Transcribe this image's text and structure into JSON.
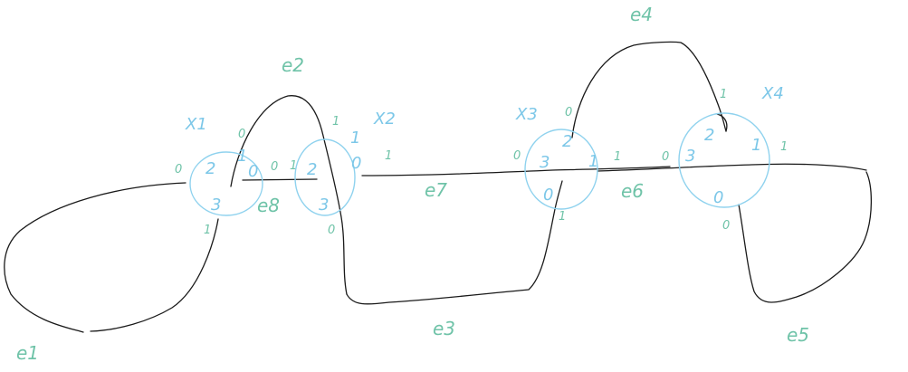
{
  "nodes": [
    {
      "id": "x1",
      "label": "X1",
      "port_labels": [
        "0",
        "1",
        "2",
        "3"
      ]
    },
    {
      "id": "x2",
      "label": "X2",
      "port_labels": [
        "0",
        "1",
        "2",
        "3"
      ]
    },
    {
      "id": "x3",
      "label": "X3",
      "port_labels": [
        "0",
        "1",
        "2",
        "3"
      ]
    },
    {
      "id": "x4",
      "label": "X4",
      "port_labels": [
        "0",
        "1",
        "2",
        "3"
      ]
    }
  ],
  "edges": [
    {
      "id": "e1",
      "label": "e1"
    },
    {
      "id": "e2",
      "label": "e2"
    },
    {
      "id": "e3",
      "label": "e3"
    },
    {
      "id": "e4",
      "label": "e4"
    },
    {
      "id": "e5",
      "label": "e5"
    },
    {
      "id": "e6",
      "label": "e6"
    },
    {
      "id": "e7",
      "label": "e7"
    },
    {
      "id": "e8",
      "label": "e8"
    }
  ],
  "end_labels": {
    "e2_a": "0",
    "e2_b": "1",
    "e1_end": "1",
    "e8_a": "0",
    "e8_b": "1",
    "e7_a": "1",
    "e3_a": "0",
    "e3_b": "1",
    "e4_a": "0",
    "e4_b": "1",
    "e6_a": "1",
    "e6_b": "0",
    "x3_left": "0",
    "x4_right": "1",
    "e5_a": "0"
  },
  "colors": {
    "stroke": "#1a1a1a",
    "node": "#8fd2ee",
    "label": "#6fc3a8"
  }
}
